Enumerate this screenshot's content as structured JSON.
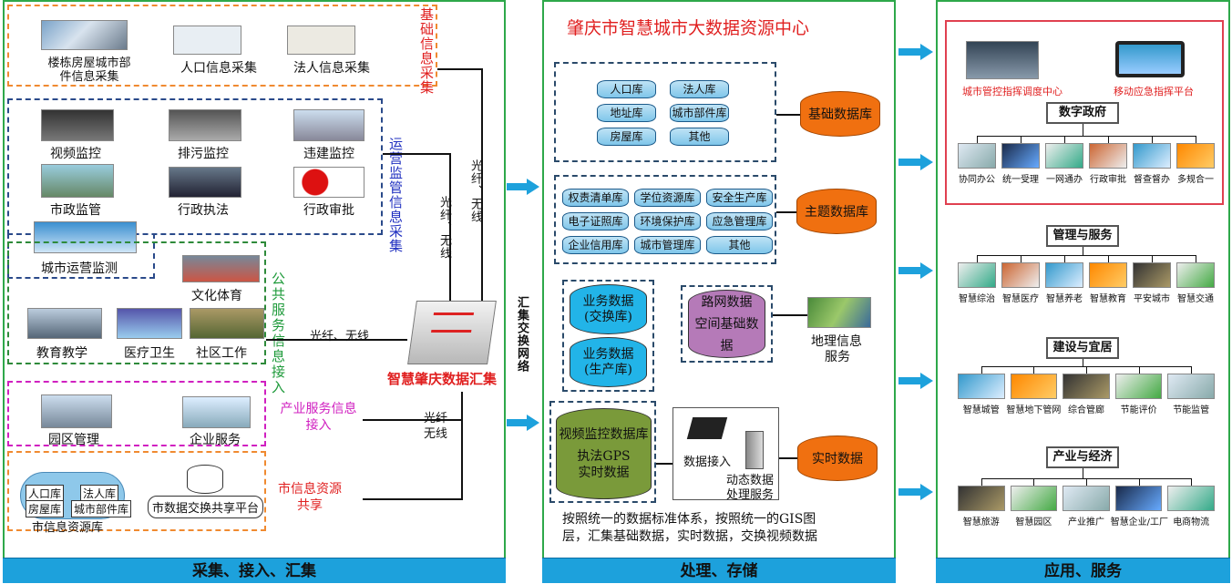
{
  "colors": {
    "panel_border": "#2ea84a",
    "footer": "#1da1dc",
    "accent_red": "#e02020",
    "orange_db": "#f07010"
  },
  "left": {
    "footer": "采集、接入、汇集",
    "basic": {
      "label": "基础信息采集",
      "items": [
        "楼栋房屋城市部件信息采集",
        "人口信息采集",
        "法人信息采集"
      ]
    },
    "ops": {
      "label": "运营监管信息采集",
      "items": [
        "视频监控",
        "排污监控",
        "违建监控",
        "市政监管",
        "行政执法",
        "行政审批",
        "城市运营监测"
      ]
    },
    "public": {
      "label": "公共服务信息接入",
      "items": [
        "文化体育",
        "教育教学",
        "医疗卫生",
        "社区工作"
      ]
    },
    "industry": {
      "label": "产业服务信息接入",
      "items": [
        "园区管理",
        "企业服务"
      ]
    },
    "city": {
      "label": "市信息资源共享",
      "cloud": [
        "人口库",
        "法人库",
        "房屋库",
        "城市部件库"
      ],
      "cloud_label": "市信息资源库",
      "platform": "市数据交换共享平台"
    },
    "links": [
      "光纤、无线",
      "光纤、无线",
      "光纤、无线",
      "光纤",
      "无线"
    ],
    "hub": "智慧肇庆数据汇集"
  },
  "network": "汇集交换网络",
  "middle": {
    "title": "肇庆市智慧城市大数据资源中心",
    "footer": "处理、存储",
    "basic_libs": [
      "人口库",
      "法人库",
      "地址库",
      "城市部件库",
      "房屋库",
      "其他"
    ],
    "basic_db": "基础数据库",
    "theme_libs": [
      "权责清单库",
      "学位资源库",
      "安全生产库",
      "电子证照库",
      "环境保护库",
      "应急管理库",
      "企业信用库",
      "城市管理库",
      "其他"
    ],
    "theme_db": "主题数据库",
    "biz1": [
      "业务数据",
      "(交换库)"
    ],
    "biz2": [
      "业务数据",
      "(生产库)"
    ],
    "road": "路网数据",
    "spatial": "空间基础数据",
    "geo": [
      "地理信息",
      "服务"
    ],
    "video_db": "视频监控数据库",
    "gps": [
      "执法GPS",
      "实时数据"
    ],
    "access": "数据接入",
    "dynamic": [
      "动态数据",
      "处理服务"
    ],
    "realtime": "实时数据",
    "note": [
      "按照统一的数据标准体系，按照统一的GIS图",
      "层，汇集基础数据，实时数据，交换视频数据"
    ]
  },
  "right": {
    "footer": "应用、服务",
    "top": [
      "城市管控指挥调度中心",
      "移动应急指挥平台"
    ],
    "groups": [
      {
        "title": "数字政府",
        "items": [
          "协同办公",
          "统一受理",
          "一网通办",
          "行政审批",
          "督查督办",
          "多规合一"
        ]
      },
      {
        "title": "管理与服务",
        "items": [
          "智慧综治",
          "智慧医疗",
          "智慧养老",
          "智慧教育",
          "平安城市",
          "智慧交通"
        ]
      },
      {
        "title": "建设与宜居",
        "items": [
          "智慧城管",
          "智慧地下管网",
          "综合管廊",
          "节能评价",
          "节能监管"
        ]
      },
      {
        "title": "产业与经济",
        "items": [
          "智慧旅游",
          "智慧园区",
          "产业推广",
          "智慧企业/工厂",
          "电商物流"
        ]
      }
    ]
  }
}
